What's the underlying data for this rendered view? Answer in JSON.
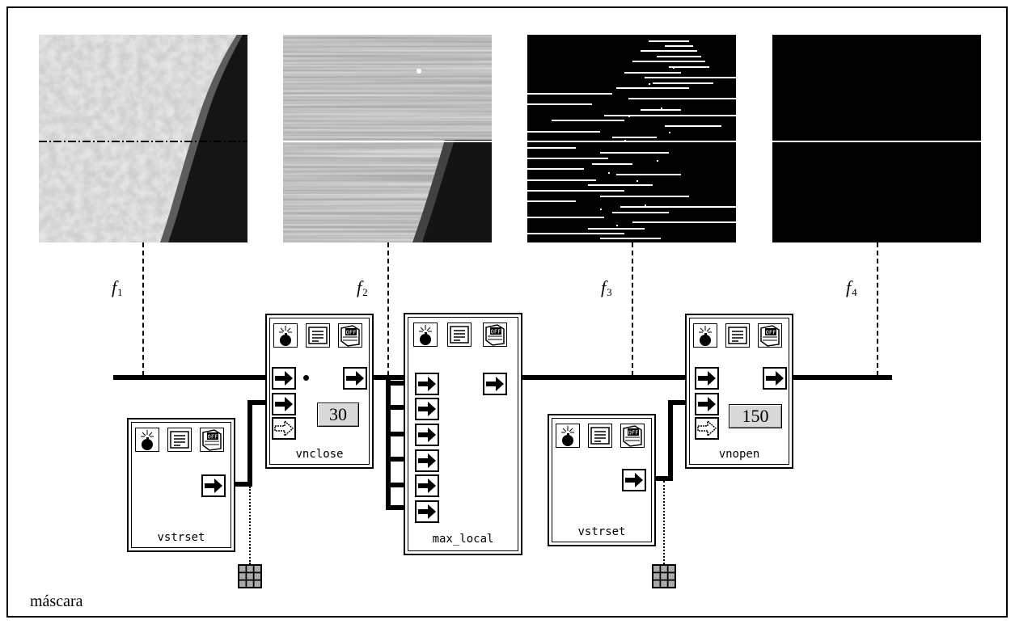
{
  "images": [
    {
      "name": "f1-image",
      "content": "textured gray field with dark curved region on right and a dash-dot horizontal scanline"
    },
    {
      "name": "f2-image",
      "content": "horizontally smeared gray field with dark region on lower right and a white horizontal scanline"
    },
    {
      "name": "f3-image",
      "content": "black field with short white horizontal line segments"
    },
    {
      "name": "f4-image",
      "content": "black field with a single white horizontal scanline"
    }
  ],
  "signals": [
    {
      "label": "f",
      "sub": "1"
    },
    {
      "label": "f",
      "sub": "2"
    },
    {
      "label": "f",
      "sub": "3"
    },
    {
      "label": "f",
      "sub": "4"
    }
  ],
  "glyphs": {
    "vstrset1": {
      "name": "vstrset"
    },
    "vnclose": {
      "name": "vnclose",
      "value": "30"
    },
    "max_local": {
      "name": "max_local"
    },
    "vstrset2": {
      "name": "vstrset"
    },
    "vnopen": {
      "name": "vnopen",
      "value": "150"
    }
  },
  "mask_label": "máscara",
  "icons": [
    "bomb-icon",
    "document-icon",
    "off-switch-icon",
    "arrow-icon",
    "grid-icon"
  ]
}
